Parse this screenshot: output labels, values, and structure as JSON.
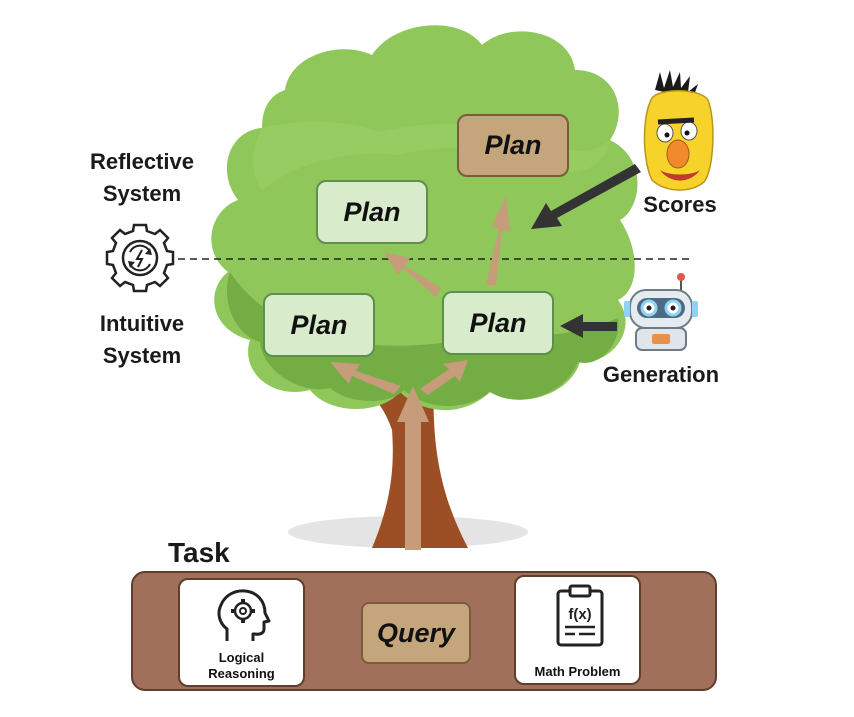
{
  "labels": {
    "reflective": "Reflective\nSystem",
    "intuitive": "Intuitive\nSystem",
    "scores": "Scores",
    "generation": "Generation",
    "task": "Task"
  },
  "plans": [
    "Plan",
    "Plan",
    "Plan",
    "Plan"
  ],
  "task_bar": {
    "query": "Query",
    "card_left": "Logical\nReasoning",
    "card_right": "Math Problem"
  },
  "icons": {
    "system": "gear-cycle-icon",
    "scorer": "bert-character-icon",
    "generator": "robot-icon",
    "logical": "head-gear-icon",
    "math": "clipboard-function-icon"
  },
  "colors": {
    "foliage": "#8fc75a",
    "foliage_dark": "#74ad44",
    "trunk": "#9c4f25",
    "arrow": "#c69c7a",
    "plan_green": "#d8eccb",
    "plan_brown": "#c5a67c",
    "task_bar": "#a0705a"
  }
}
